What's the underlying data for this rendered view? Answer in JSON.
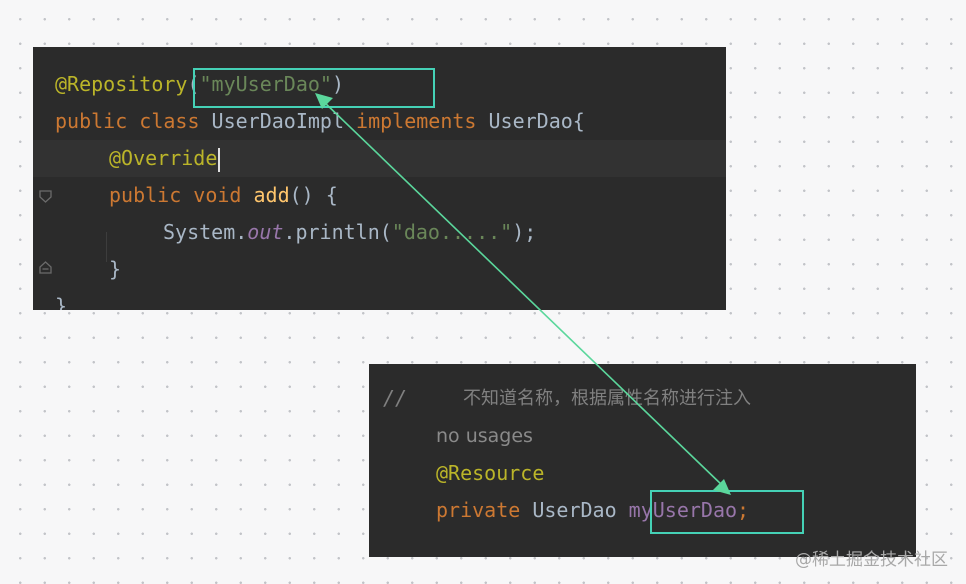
{
  "top_editor": {
    "lines": [
      {
        "segments": [
          {
            "cls": "ann",
            "text": "@Repository"
          },
          {
            "cls": "plain",
            "text": "("
          },
          {
            "cls": "str",
            "text": "\"myUserDao\""
          },
          {
            "cls": "plain",
            "text": ")"
          }
        ]
      },
      {
        "segments": [
          {
            "cls": "kw",
            "text": "public class "
          },
          {
            "cls": "plain",
            "text": "UserDaoImpl "
          },
          {
            "cls": "kw",
            "text": "implements "
          },
          {
            "cls": "plain",
            "text": "UserDao{"
          }
        ]
      },
      {
        "segments": [
          {
            "cls": "ann",
            "text": "@Override"
          }
        ]
      },
      {
        "segments": [
          {
            "cls": "kw",
            "text": "public void "
          },
          {
            "cls": "fn",
            "text": "add"
          },
          {
            "cls": "plain",
            "text": "() {"
          }
        ]
      },
      {
        "segments": [
          {
            "cls": "plain",
            "text": "System."
          },
          {
            "cls": "field",
            "text": "out"
          },
          {
            "cls": "plain",
            "text": ".println("
          },
          {
            "cls": "str",
            "text": "\"dao.....\""
          },
          {
            "cls": "plain",
            "text": ");"
          }
        ]
      },
      {
        "segments": [
          {
            "cls": "plain",
            "text": "}"
          }
        ]
      },
      {
        "segments": [
          {
            "cls": "plain",
            "text": "}"
          }
        ]
      }
    ]
  },
  "bottom_editor": {
    "comment_slashes": "//",
    "comment_text": "不知道名称，根据属性名称进行注入",
    "usage_hint": "no usages",
    "annotation": "@Resource",
    "field_keyword": "private ",
    "field_type": "UserDao ",
    "field_name": "myUserDao",
    "field_semicolon": ";"
  },
  "watermark": "@稀土掘金技术社区",
  "colors": {
    "editor_bg": "#2b2b2b",
    "highlight_box": "#45d1b6",
    "arrow": "#5bd79c"
  }
}
